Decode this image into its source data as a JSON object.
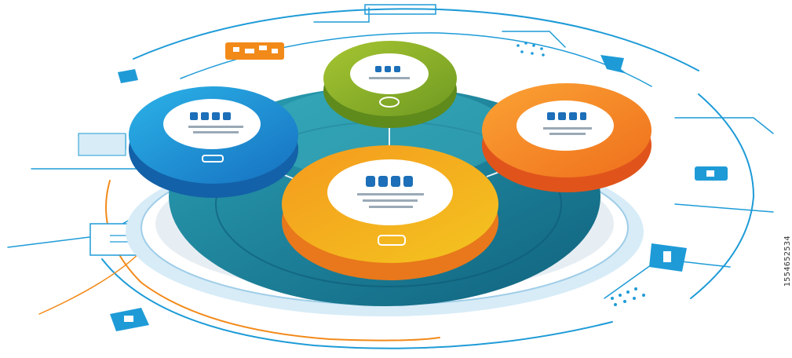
{
  "colors": {
    "background": "#ffffff",
    "line_blue": "#1e9bd7",
    "line_orange": "#f28a1a",
    "teal_base": "#1f8fa6",
    "teal_dark": "#14708a",
    "ring_light": "#d7ecf7",
    "blue_disc": "#1a8fd3",
    "green_disc": "#8db52a",
    "orange_disc": "#f5911e",
    "center_disc": "#f7a21b",
    "label_blue": "#1c6fb8"
  },
  "discs": [
    {
      "name": "blue",
      "icon": "none"
    },
    {
      "name": "green",
      "icon": "tag-icon"
    },
    {
      "name": "orange",
      "icon": "none"
    },
    {
      "name": "center",
      "icon": "tag-icon"
    }
  ],
  "side_code": "1554652534"
}
